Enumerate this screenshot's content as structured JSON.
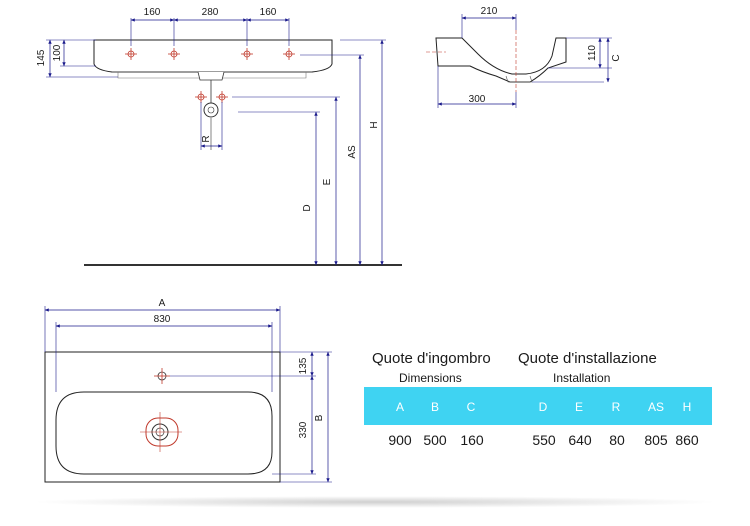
{
  "front_view": {
    "dims_top": [
      "160",
      "280",
      "160"
    ],
    "dim_left_outer": "145",
    "dim_left_inner": "100",
    "dim_r": "R",
    "dim_d": "D",
    "dim_e": "E",
    "dim_as": "AS",
    "dim_h": "H"
  },
  "side_view": {
    "dim_top": "210",
    "dim_bottom": "300",
    "dim_right": "110",
    "dim_c": "C"
  },
  "plan_view": {
    "dim_a": "A",
    "dim_830": "830",
    "dim_135": "135",
    "dim_330": "330",
    "dim_b": "B"
  },
  "table": {
    "header_left": "Quote d'ingombro",
    "header_right": "Quote d'installazione",
    "sub_left": "Dimensions",
    "sub_right": "Installation",
    "columns": [
      "A",
      "B",
      "C",
      "D",
      "E",
      "R",
      "AS",
      "H"
    ],
    "values": [
      "900",
      "500",
      "160",
      "550",
      "640",
      "80",
      "805",
      "860"
    ]
  },
  "colors": {
    "band": "#3fd3f2",
    "dimension_line": "#1b1b8c",
    "axis_mark": "#c0392b"
  }
}
